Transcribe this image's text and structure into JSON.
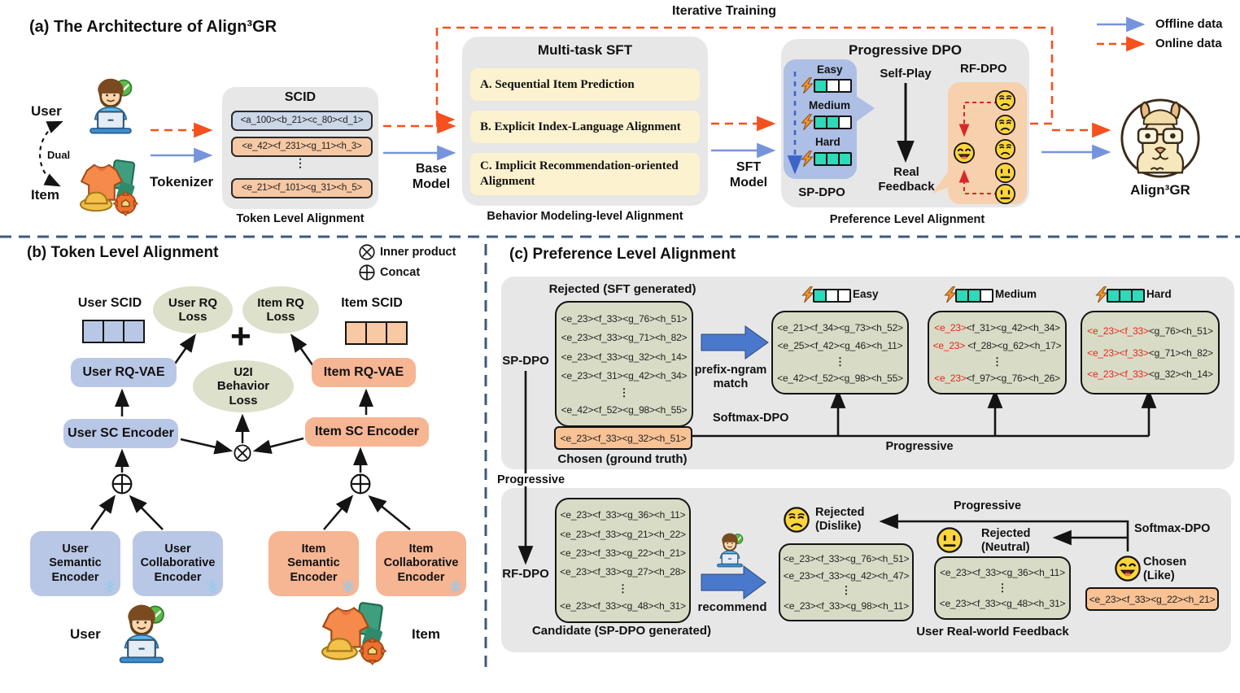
{
  "legend": {
    "offline": "Offline data",
    "online": "Online data"
  },
  "panel_a": {
    "title": "(a) The Architecture of  Align³GR",
    "iterative": "Iterative Training",
    "user": "User",
    "dual": "Dual",
    "item": "Item",
    "tokenizer": "Tokenizer",
    "scid": {
      "title": "SCID",
      "row1": "<a_100><b_21><c_80><d_1>",
      "row2": "<e_42><f_231><g_11><h_3>",
      "dots": "⋮",
      "row3": "<e_21><f_101><g_31><h_5>",
      "caption": "Token Level Alignment"
    },
    "base_model": "Base Model",
    "sft": {
      "title": "Multi-task SFT",
      "task_a": "A. Sequential Item Prediction",
      "task_b": "B. Explicit Index-Language Alignment",
      "task_c": "C. Implicit Recommendation-oriented Alignment",
      "caption": "Behavior Modeling-level Alignment"
    },
    "sft_model": "SFT Model",
    "dpo": {
      "title": "Progressive DPO",
      "easy": "Easy",
      "medium": "Medium",
      "hard": "Hard",
      "bars": {
        "easy": "1/3",
        "medium": "2/3",
        "hard": "3/3"
      },
      "sp_dpo": "SP-DPO",
      "self_play": "Self-Play",
      "real_feedback": "Real Feedback",
      "rf_dpo": "RF-DPO",
      "caption": "Preference  Level Alignment"
    },
    "model_name": "Align³GR"
  },
  "panel_b": {
    "title": "(b) Token Level Alignment",
    "inner_product": "Inner product",
    "concat": "Concat",
    "user_scid": "User SCID",
    "item_scid": "Item SCID",
    "user_rq_loss": "User RQ Loss",
    "item_rq_loss": "Item RQ Loss",
    "plus": "+",
    "u2i_loss": "U2I Behavior Loss",
    "user_rq_vae": "User RQ-VAE",
    "item_rq_vae": "Item RQ-VAE",
    "user_sc_encoder": "User SC Encoder",
    "item_sc_encoder": "Item SC Encoder",
    "user_semantic": "User Semantic Encoder",
    "user_collaborative": "User Collaborative Encoder",
    "item_semantic": "Item Semantic Encoder",
    "item_collaborative": "Item Collaborative Encoder",
    "user": "User",
    "item": "Item"
  },
  "panel_c": {
    "title": "(c) Preference  Level Alignment",
    "sp_dpo": "SP-DPO",
    "progressive_left": "Progressive",
    "rf_dpo": "RF-DPO",
    "dots": "⋮",
    "rejected": {
      "title": "Rejected (SFT generated)",
      "rows": [
        "<e_23><f_33><g_76><h_51>",
        "<e_23><f_33><g_71><h_82>",
        "<e_23><f_33><g_32><h_14>",
        "<e_23><f_31><g_42><h_34>",
        "<e_42><f_52><g_98><h_55>"
      ]
    },
    "prefix_line1": "prefix-ngram",
    "prefix_line2": "match",
    "softmax_dpo": "Softmax-DPO",
    "chosen": {
      "row": "<e_23><f_33><g_32><h_51>",
      "title": "Chosen (ground truth)"
    },
    "progressive_mid": "Progressive",
    "easy": {
      "label": "Easy",
      "rows": [
        "<e_21><f_34><g_73><h_52>",
        "<e_25><f_42><g_46><h_11>",
        "<e_42><f_52><g_98><h_55>"
      ]
    },
    "medium": {
      "label": "Medium",
      "rows": [
        {
          "red": "<e_23>",
          "rest": "<f_31><g_42><h_34>"
        },
        {
          "red": "<e_23>",
          "rest": " <f_28><g_62><h_17>"
        },
        {
          "red": "<e_23>",
          "rest": "<f_97><g_76><h_26>"
        }
      ]
    },
    "hard": {
      "label": "Hard",
      "rows": [
        {
          "red": "<e_23><f_33>",
          "rest": "<g_76><h_51>"
        },
        {
          "red": "<e_23><f_33>",
          "rest": "<g_71><h_82>"
        },
        {
          "red": "<e_23><f_33>",
          "rest": "<g_32><h_14>"
        }
      ]
    },
    "candidate": {
      "rows": [
        "<e_23><f_33><g_36><h_11>",
        "<e_23><f_33><g_21><h_22>",
        "<e_23><f_33><g_22><h_21>",
        "<e_23><f_33><g_27><h_28>",
        "<e_23><f_33><g_48><h_31>"
      ],
      "title": "Candidate (SP-DPO generated)"
    },
    "recommend": "recommend",
    "dislike": {
      "title1": "Rejected",
      "title2": "(Dislike)",
      "rows": [
        "<e_23><f_33><g_76><h_51>",
        "<e_23><f_33><g_42><h_47>",
        "<e_23><f_33><g_98><h_11>"
      ]
    },
    "progressive_bottom": "Progressive",
    "neutral": {
      "title1": "Rejected",
      "title2": "(Neutral)",
      "rows": [
        "<e_23><f_33><g_36><h_11>",
        "<e_23><f_33><g_48><h_31>"
      ]
    },
    "softmax_dpo_bottom": "Softmax-DPO",
    "like": {
      "title1": "Chosen",
      "title2": "(Like)",
      "row": "<e_23><f_33><g_22><h_21>"
    },
    "feedback_caption": "User Real-world Feedback"
  },
  "colors": {
    "offline_arrow": "#7694dc",
    "online_arrow": "#f4511e",
    "divider": "#3d5a7d",
    "panel_gray": "#e7e7e7",
    "task_yellow": "#fdf2cf",
    "user_blue": "#b9c7e6",
    "item_orange": "#f6b593",
    "loss_olive": "#dde0ca",
    "token_olive": "#d8dcc6",
    "chosen_orange": "#f9c295",
    "progress_teal": "#2fd9b9",
    "red_token": "#e8251f"
  }
}
